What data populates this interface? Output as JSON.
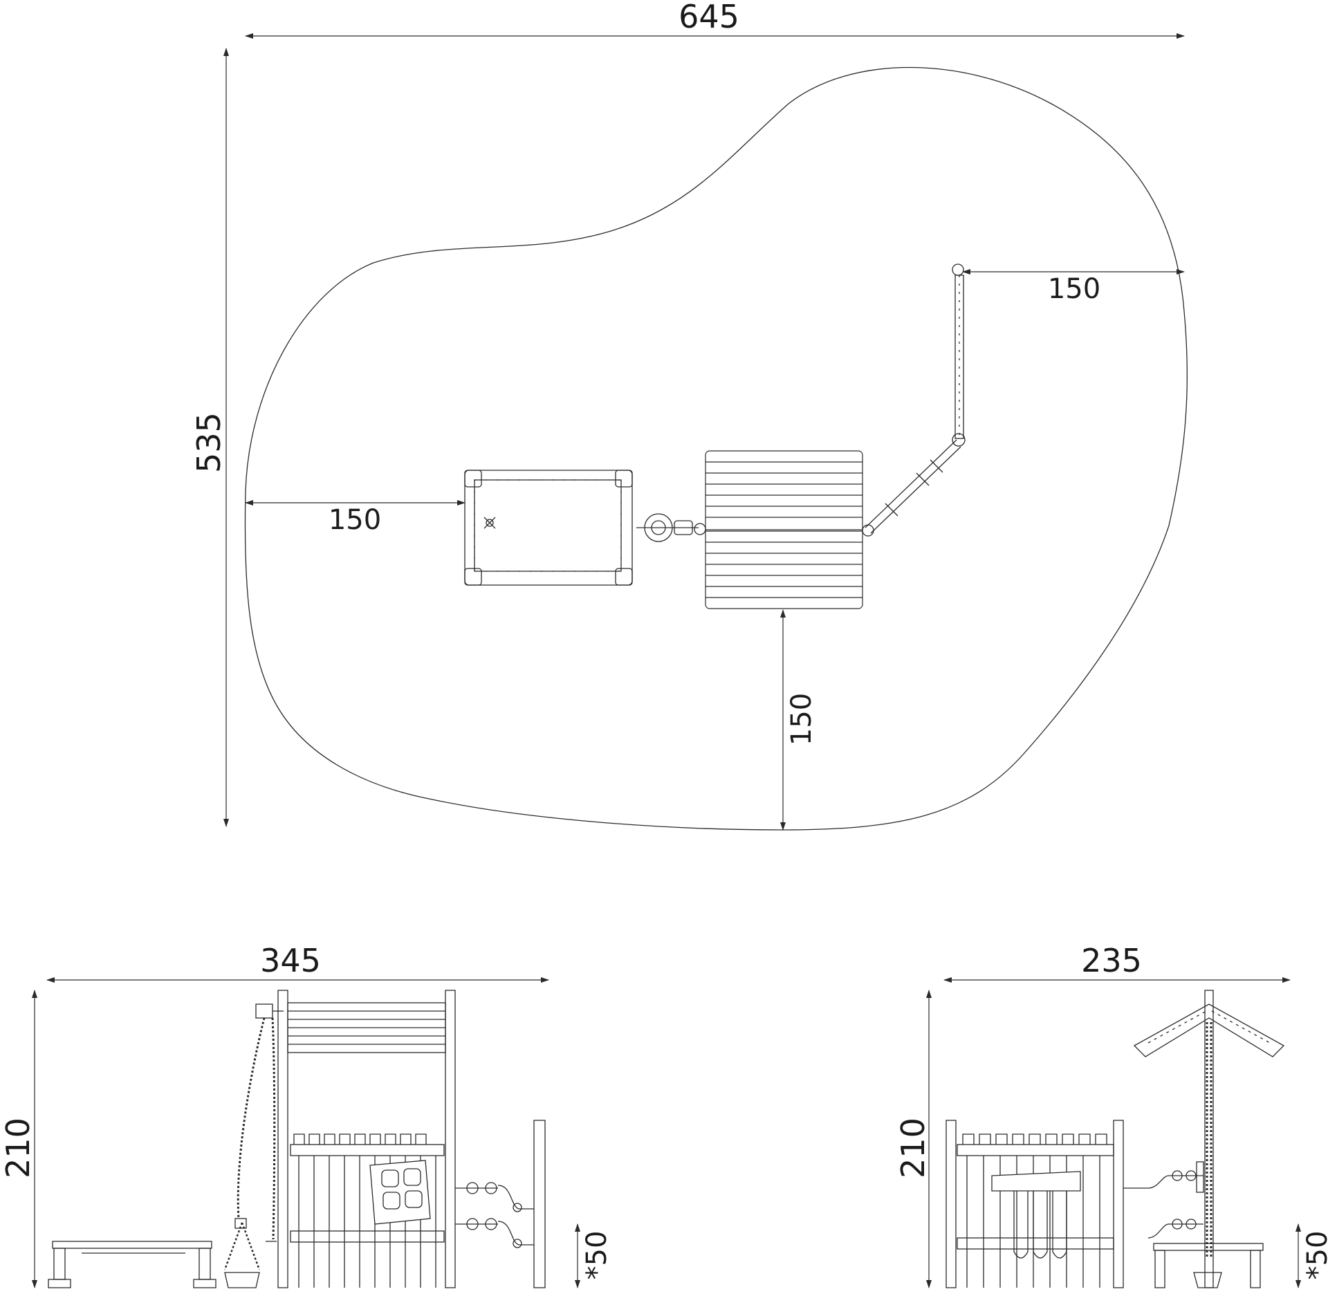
{
  "dimensions": {
    "plan_width": "645",
    "plan_depth": "535",
    "clearance_top_right": "150",
    "clearance_left": "150",
    "clearance_bottom": "150",
    "front_width": "345",
    "front_height": "210",
    "front_footing": "*50",
    "side_width": "235",
    "side_height": "210",
    "side_footing": "*50"
  },
  "colors": {
    "line": "#2a2a2a",
    "background": "#ffffff"
  }
}
